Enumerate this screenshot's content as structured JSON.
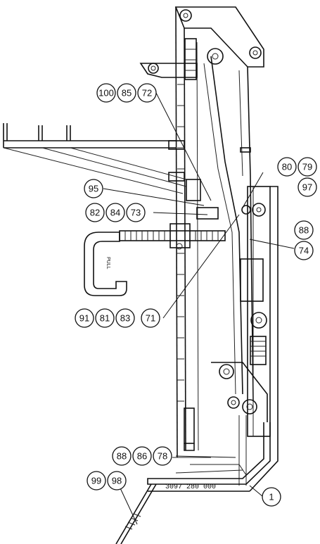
{
  "balloons": [
    {
      "id": "b100",
      "label": "100"
    },
    {
      "id": "b85",
      "label": "85"
    },
    {
      "id": "b72",
      "label": "72"
    },
    {
      "id": "b80",
      "label": "80"
    },
    {
      "id": "b79",
      "label": "79"
    },
    {
      "id": "b97",
      "label": "97"
    },
    {
      "id": "b95",
      "label": "95"
    },
    {
      "id": "b82",
      "label": "82"
    },
    {
      "id": "b84",
      "label": "84"
    },
    {
      "id": "b73",
      "label": "73"
    },
    {
      "id": "b88a",
      "label": "88"
    },
    {
      "id": "b74",
      "label": "74"
    },
    {
      "id": "b91",
      "label": "91"
    },
    {
      "id": "b81",
      "label": "81"
    },
    {
      "id": "b83",
      "label": "83"
    },
    {
      "id": "b71",
      "label": "71"
    },
    {
      "id": "b88b",
      "label": "88"
    },
    {
      "id": "b86",
      "label": "86"
    },
    {
      "id": "b78",
      "label": "78"
    },
    {
      "id": "b99",
      "label": "99"
    },
    {
      "id": "b98",
      "label": "98"
    },
    {
      "id": "b1",
      "label": "1"
    }
  ],
  "drawing_number": "3097 280 000",
  "handle_label": "PULL"
}
